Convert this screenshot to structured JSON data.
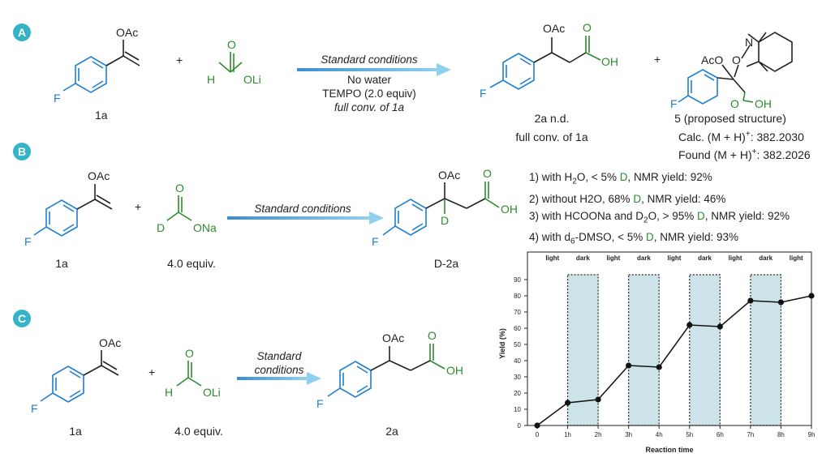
{
  "panels": {
    "A": {
      "badge": "A",
      "substrate_group": "OAc",
      "substrate_F": "F",
      "substrate_label": "1a",
      "plus": "+",
      "reagent_O": "O",
      "reagent_H": "H",
      "reagent_OM": "OLi",
      "conditions_top": "Standard conditions",
      "conditions_lines": [
        "No water",
        "TEMPO (2.0 equiv)",
        "full conv. of 1a"
      ],
      "product_group": "OAc",
      "product_O": "O",
      "product_OH": "OH",
      "product_F": "F",
      "product_label": "2a n.d.",
      "product_note": "full conv. of 1a",
      "plus2": "+",
      "adduct_N": "N",
      "adduct_O": "O",
      "adduct_AcO": "AcO",
      "adduct_Oc": "O",
      "adduct_OH": "OH",
      "adduct_F": "F",
      "adduct_label": "5 (proposed structure)",
      "calc": "Calc. (M + H)",
      "calc_sup": "+",
      "calc_val": ": 382.2030",
      "found": "Found (M + H)",
      "found_sup": "+",
      "found_val": ": 382.2026"
    },
    "B": {
      "badge": "B",
      "substrate_group": "OAc",
      "substrate_F": "F",
      "substrate_label": "1a",
      "plus": "+",
      "reagent_O": "O",
      "reagent_D": "D",
      "reagent_OM": "ONa",
      "reagent_label": "4.0 equiv.",
      "conditions_top": "Standard conditions",
      "product_group": "OAc",
      "product_D": "D",
      "product_O": "O",
      "product_OH": "OH",
      "product_F": "F",
      "product_label": "D-2a",
      "results": [
        {
          "pre": "1) with H",
          "sub": "2",
          "mid": "O, < 5% ",
          "d": "D",
          "post": ", NMR yield: 92%"
        },
        {
          "pre": "2) without H2O, 68% ",
          "sub": "",
          "mid": "",
          "d": "D",
          "post": ", NMR yield: 46%"
        },
        {
          "pre": "3) with HCOONa and D",
          "sub": "2",
          "mid": "O, > 95% ",
          "d": "D",
          "post": ", NMR yield: 92%"
        },
        {
          "pre": "4) with d",
          "sub": "6",
          "mid": "-DMSO, < 5% ",
          "d": "D",
          "post": ", NMR yield: 93%"
        }
      ]
    },
    "C": {
      "badge": "C",
      "substrate_group": "OAc",
      "substrate_F": "F",
      "substrate_label": "1a",
      "plus": "+",
      "reagent_O": "O",
      "reagent_H": "H",
      "reagent_OM": "OLi",
      "reagent_label": "4.0 equiv.",
      "conditions_top": "Standard",
      "conditions_bottom": "conditions",
      "product_group": "OAc",
      "product_O": "O",
      "product_OH": "OH",
      "product_F": "F",
      "product_label": "2a"
    }
  },
  "colors": {
    "badge": "#35b3c8",
    "arene": "#1f7fd0",
    "formate": "#2e8b2e",
    "dark_band": "#cde3ea",
    "arrow": "#4aa8e0"
  },
  "chart_data": {
    "type": "line",
    "xlabel": "Reaction time",
    "ylabel": "Yield (%)",
    "x_ticks": [
      "0",
      "1h",
      "2h",
      "3h",
      "4h",
      "5h",
      "6h",
      "7h",
      "8h",
      "9h"
    ],
    "y_ticks": [
      "0",
      "10",
      "20",
      "30",
      "40",
      "50",
      "60",
      "70",
      "80",
      "90"
    ],
    "xlim": [
      0,
      9
    ],
    "ylim": [
      0,
      90
    ],
    "x": [
      0,
      1,
      2,
      3,
      4,
      5,
      6,
      7,
      8,
      9
    ],
    "values": [
      0,
      14,
      16,
      37,
      36,
      62,
      61,
      77,
      76,
      80
    ],
    "periods": [
      {
        "label": "light",
        "start": 0,
        "end": 1,
        "dark": false
      },
      {
        "label": "dark",
        "start": 1,
        "end": 2,
        "dark": true
      },
      {
        "label": "light",
        "start": 2,
        "end": 3,
        "dark": false
      },
      {
        "label": "dark",
        "start": 3,
        "end": 4,
        "dark": true
      },
      {
        "label": "light",
        "start": 4,
        "end": 5,
        "dark": false
      },
      {
        "label": "dark",
        "start": 5,
        "end": 6,
        "dark": true
      },
      {
        "label": "light",
        "start": 6,
        "end": 7,
        "dark": false
      },
      {
        "label": "dark",
        "start": 7,
        "end": 8,
        "dark": true
      },
      {
        "label": "light",
        "start": 8,
        "end": 9,
        "dark": false
      }
    ],
    "grid": false
  }
}
